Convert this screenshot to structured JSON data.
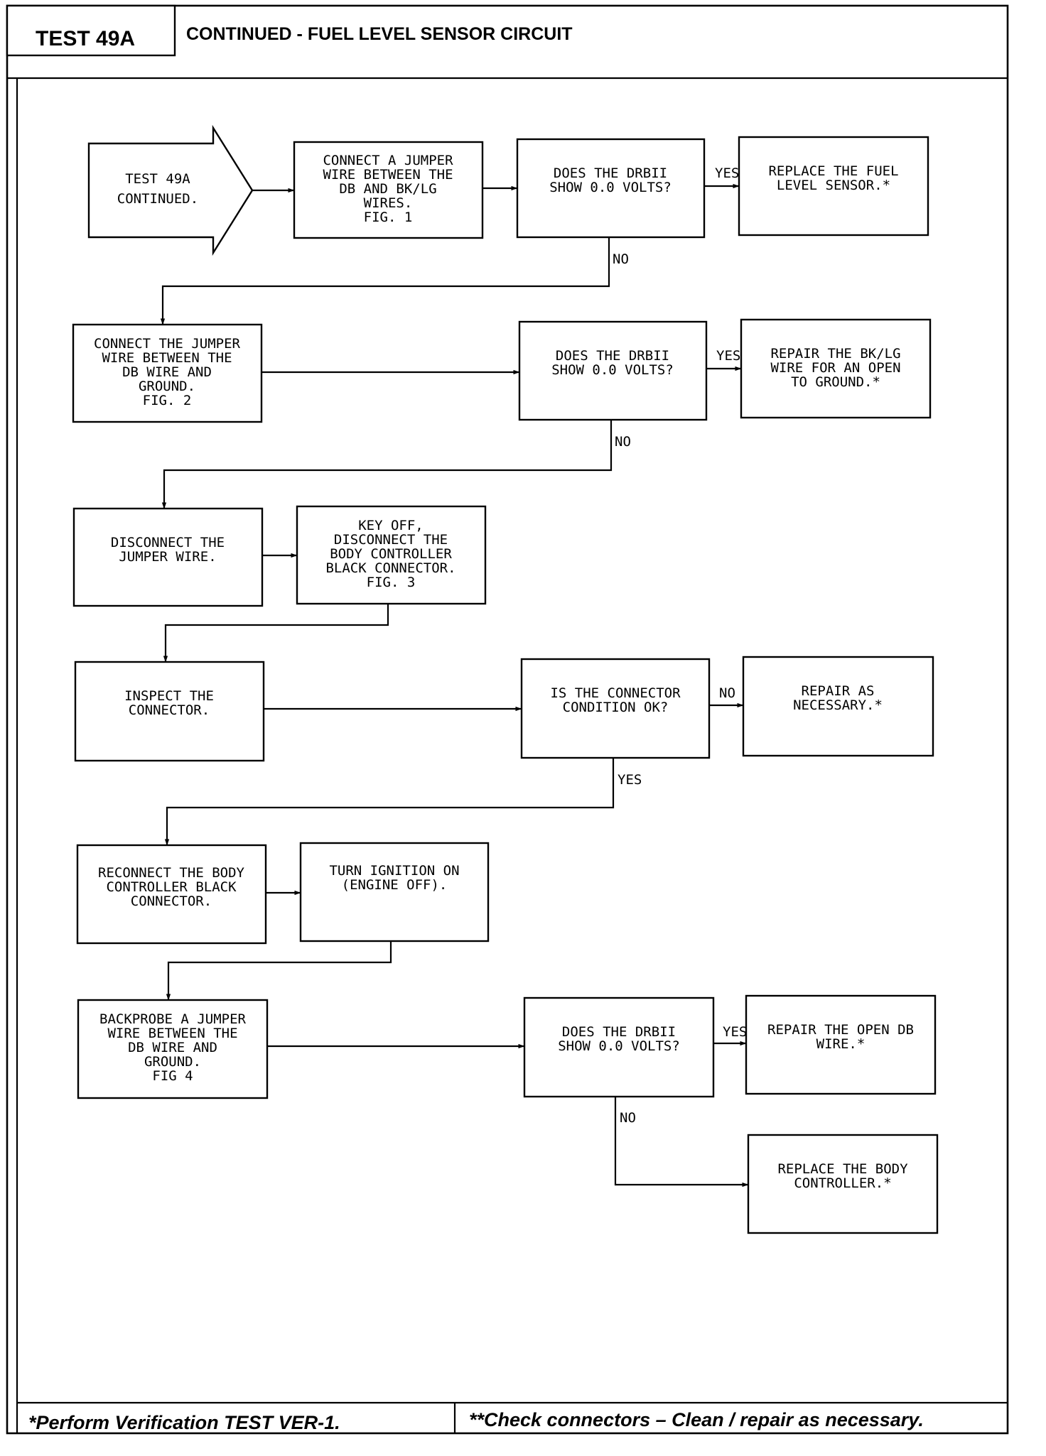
{
  "header": {
    "test_id": "TEST 49A",
    "title": "CONTINUED - FUEL LEVEL SENSOR CIRCUIT"
  },
  "flowchart": {
    "start": [
      "TEST 49A",
      "CONTINUED."
    ],
    "connect_jumper_db_bklg": [
      "CONNECT A JUMPER",
      "WIRE BETWEEN THE",
      "DB AND BK/LG",
      "WIRES.",
      "FIG. 1"
    ],
    "q_drbii_1": [
      "DOES THE DRBII",
      "SHOW 0.0 VOLTS?"
    ],
    "replace_fuel_sensor": [
      "REPLACE THE FUEL",
      "LEVEL SENSOR.*"
    ],
    "connect_jumper_ground": [
      "CONNECT THE JUMPER",
      "WIRE BETWEEN THE",
      "DB WIRE AND",
      "GROUND.",
      "FIG. 2"
    ],
    "q_drbii_2": [
      "DOES THE DRBII",
      "SHOW 0.0 VOLTS?"
    ],
    "repair_bklg": [
      "REPAIR THE BK/LG",
      "WIRE FOR AN OPEN",
      "TO GROUND.*"
    ],
    "disconnect_jumper": [
      "DISCONNECT THE",
      "JUMPER WIRE."
    ],
    "key_off_disconnect": [
      "KEY OFF,",
      "DISCONNECT THE",
      "BODY CONTROLLER",
      "BLACK CONNECTOR.",
      "FIG. 3"
    ],
    "inspect_connector": [
      "INSPECT THE",
      "CONNECTOR."
    ],
    "q_connector_ok": [
      "IS THE CONNECTOR",
      "CONDITION OK?"
    ],
    "repair_as_necessary": [
      "REPAIR AS",
      "NECESSARY.*"
    ],
    "reconnect_body": [
      "RECONNECT THE BODY",
      "CONTROLLER BLACK",
      "CONNECTOR."
    ],
    "ignition_on": [
      "TURN IGNITION ON",
      "(ENGINE OFF)."
    ],
    "backprobe_jumper": [
      "BACKPROBE A JUMPER",
      "WIRE BETWEEN THE",
      "DB WIRE AND",
      "GROUND.",
      "FIG 4"
    ],
    "q_drbii_3": [
      "DOES THE DRBII",
      "SHOW 0.0 VOLTS?"
    ],
    "repair_open_db": [
      "REPAIR THE OPEN DB",
      "WIRE.*"
    ],
    "replace_body_controller": [
      "REPLACE THE BODY",
      "CONTROLLER.*"
    ]
  },
  "labels": {
    "yes": "YES",
    "no": "NO"
  },
  "footer": {
    "left": "*Perform Verification TEST VER-1.",
    "right": "**Check connectors – Clean / repair as necessary."
  }
}
